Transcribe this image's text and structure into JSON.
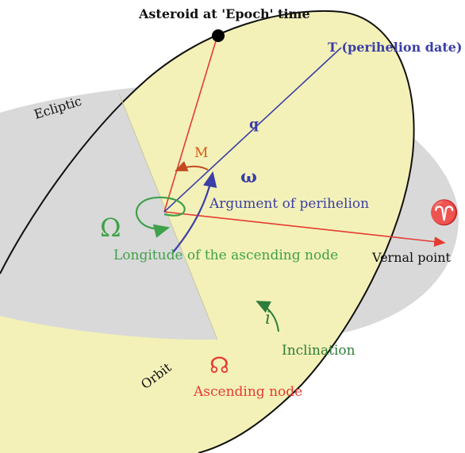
{
  "labels": {
    "asteroid": "Asteroid at 'Epoch' time",
    "perihelion_date": "T (perihelion date)",
    "ecliptic": "Ecliptic",
    "q": "q",
    "mean_anomaly": "M",
    "omega_small": "ω",
    "argument_of_perihelion": "Argument of perihelion",
    "aries_symbol": "♈",
    "omega_capital": "Ω",
    "vernal_point": "Vernal point",
    "longitude_ascending_node": "Longitude of the ascending node",
    "inclination_symbol": "i",
    "inclination": "Inclination",
    "ascending_node_symbol": "☊",
    "ascending_node": "Ascending node",
    "orbit": "Orbit"
  },
  "colors": {
    "ecliptic_fill": "#d9d9d9",
    "orbit_fill": "#f3f1b8",
    "red": "#e53b32",
    "blue": "#3b3fa6",
    "green": "#3fa14a",
    "black": "#111111",
    "mean_anomaly_label": "#d35a12",
    "inclination_green": "#2f7d3a"
  }
}
